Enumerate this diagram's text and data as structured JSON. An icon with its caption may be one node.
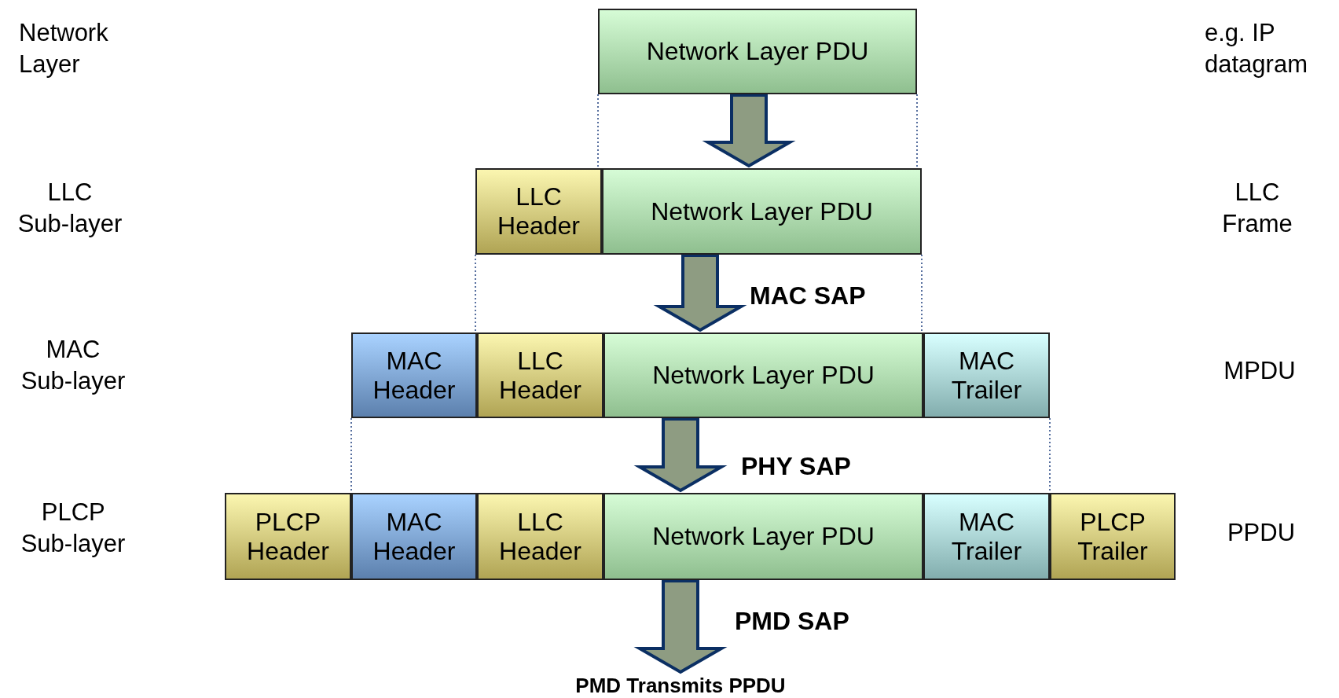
{
  "diagram": {
    "nodes": [
      {
        "text": [
          "Network Layer PDU"
        ]
      },
      {
        "text": [
          "LLC Header"
        ]
      },
      {
        "text": [
          "Network Layer PDU"
        ]
      },
      {
        "text": [
          "MAC Header"
        ]
      },
      {
        "text": [
          "LLC Header"
        ]
      },
      {
        "text": [
          "Network Layer PDU"
        ]
      },
      {
        "text": [
          "MAC Trailer"
        ]
      },
      {
        "text": [
          "PLCP Header"
        ]
      },
      {
        "text": [
          "MAC Header"
        ]
      },
      {
        "text": [
          "LLC Header"
        ]
      },
      {
        "text": [
          "Network Layer PDU"
        ]
      },
      {
        "text": [
          "MAC Trailer"
        ]
      },
      {
        "text": [
          "PLCP Trailer"
        ]
      },
      {
        "text": [
          "PMD Transmits PPDU"
        ]
      }
    ],
    "edges": [
      {
        "from": 0,
        "to": 2,
        "arrow": "to"
      },
      {
        "from": 2,
        "to": 5,
        "arrow": "to",
        "label": "MAC SAP"
      },
      {
        "from": 5,
        "to": 10,
        "arrow": "to",
        "label": "PHY SAP"
      },
      {
        "from": 10,
        "to": 13,
        "arrow": "to",
        "label": "PMD SAP"
      }
    ],
    "labels": [
      "Network Layer",
      "e.g. IP datagram",
      "LLC Sub-layer",
      "LLC Frame",
      "MAC Sub-layer",
      "MPDU",
      "PLCP Sub-layer",
      "PPDU"
    ]
  }
}
